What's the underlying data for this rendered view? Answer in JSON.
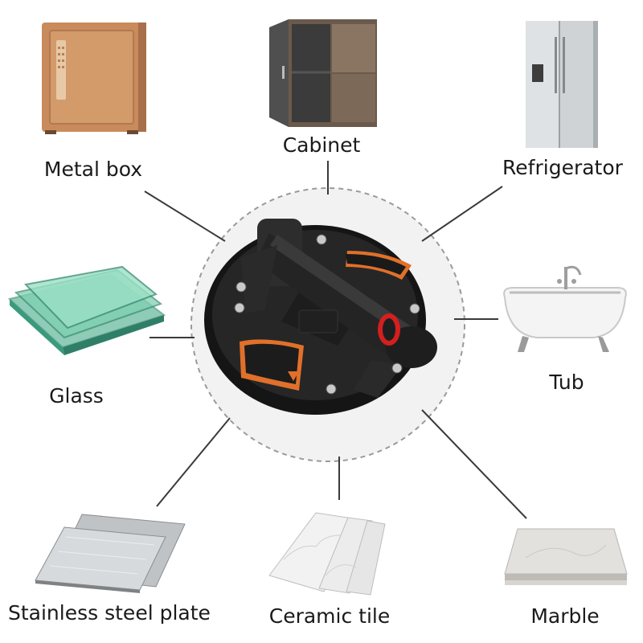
{
  "labels": {
    "metal_box": "Metal box",
    "cabinet": "Cabinet",
    "refrigerator": "Refrigerator",
    "glass": "Glass",
    "tub": "Tub",
    "stainless_steel_plate": "Stainless steel plate",
    "ceramic_tile": "Ceramic tile",
    "marble": "Marble"
  },
  "colors": {
    "line": "#3a3a3a",
    "dashed_circle": "#9a9a9a",
    "suction_cup": "#1c1c1c",
    "accent_orange": "#e0702a",
    "accent_red": "#d41f1f"
  },
  "icons": {
    "center": "vacuum-suction-cup-lifter",
    "metal_box": "safe-box-icon",
    "cabinet": "cabinet-icon",
    "refrigerator": "refrigerator-icon",
    "glass": "glass-sheets-icon",
    "tub": "bathtub-icon",
    "stainless_steel_plate": "steel-plate-icon",
    "ceramic_tile": "ceramic-tile-icon",
    "marble": "marble-slab-icon"
  }
}
